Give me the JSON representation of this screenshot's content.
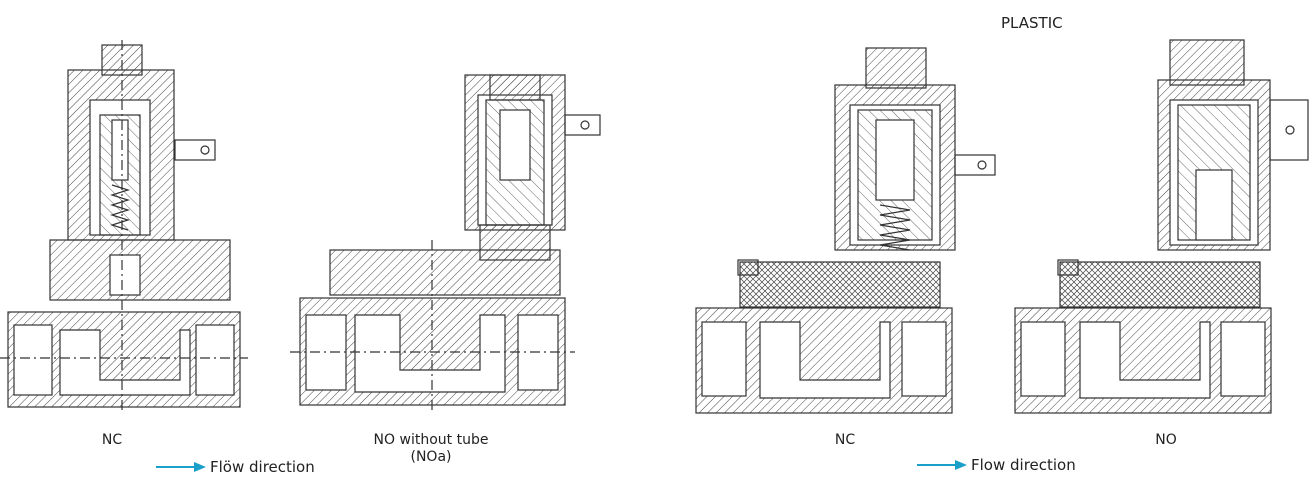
{
  "section_header": "PLASTIC",
  "captions": {
    "valve1": "NC",
    "valve2_line1": "NO without tube",
    "valve2_line2": "(NOa)",
    "valve3": "NC",
    "valve4": "NO"
  },
  "flow_legend": {
    "left": "Flöw direction",
    "right": "Flow direction"
  },
  "colors": {
    "line": "#333333",
    "arrow": "#1aa0c8"
  }
}
